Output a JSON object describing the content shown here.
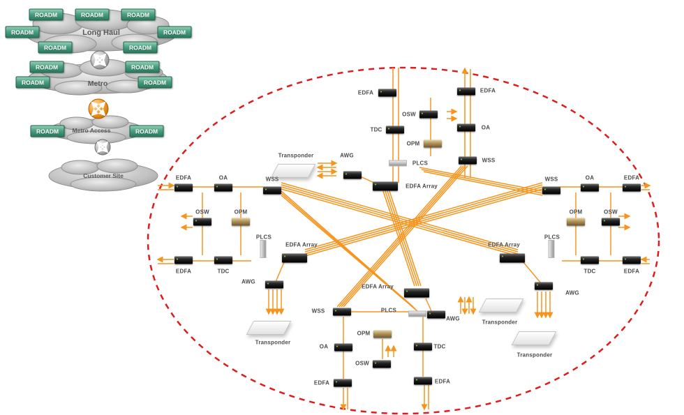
{
  "colors": {
    "line_orange": "#F7941D",
    "boundary_red": "#E01B1B",
    "roadm_green": "#3E9678",
    "cloud_gray": "#BDBDBD"
  },
  "hierarchy": {
    "roadm_label": "ROADM",
    "clouds": [
      {
        "label": "Long Haul"
      },
      {
        "label": "Metro"
      },
      {
        "label": "Metro Access"
      },
      {
        "label": "Customer Site"
      }
    ]
  },
  "node_diagram": {
    "north": [
      {
        "label": "EDFA"
      },
      {
        "label": "EDFA"
      },
      {
        "label": "OSW"
      },
      {
        "label": "TDC"
      },
      {
        "label": "OA"
      },
      {
        "label": "OPM"
      },
      {
        "label": "PLCS"
      },
      {
        "label": "WSS"
      },
      {
        "label": "EDFA Array"
      },
      {
        "label": "AWG"
      },
      {
        "label": "Transponder"
      }
    ],
    "west": [
      {
        "label": "EDFA"
      },
      {
        "label": "OA"
      },
      {
        "label": "WSS"
      },
      {
        "label": "OSW"
      },
      {
        "label": "OPM"
      },
      {
        "label": "PLCS"
      },
      {
        "label": "EDFA Array"
      },
      {
        "label": "EDFA"
      },
      {
        "label": "TDC"
      },
      {
        "label": "AWG"
      },
      {
        "label": "Transponder"
      }
    ],
    "east": [
      {
        "label": "WSS"
      },
      {
        "label": "OA"
      },
      {
        "label": "EDFA"
      },
      {
        "label": "OPM"
      },
      {
        "label": "OSW"
      },
      {
        "label": "EDFA Array"
      },
      {
        "label": "PLCS"
      },
      {
        "label": "TDC"
      },
      {
        "label": "EDFA"
      },
      {
        "label": "AWG"
      },
      {
        "label": "Transponder"
      }
    ],
    "south": [
      {
        "label": "EDFA Array"
      },
      {
        "label": "WSS"
      },
      {
        "label": "PLCS"
      },
      {
        "label": "AWG"
      },
      {
        "label": "Transponder"
      },
      {
        "label": "OPM"
      },
      {
        "label": "OA"
      },
      {
        "label": "TDC"
      },
      {
        "label": "OSW"
      },
      {
        "label": "EDFA"
      },
      {
        "label": "EDFA"
      }
    ]
  }
}
